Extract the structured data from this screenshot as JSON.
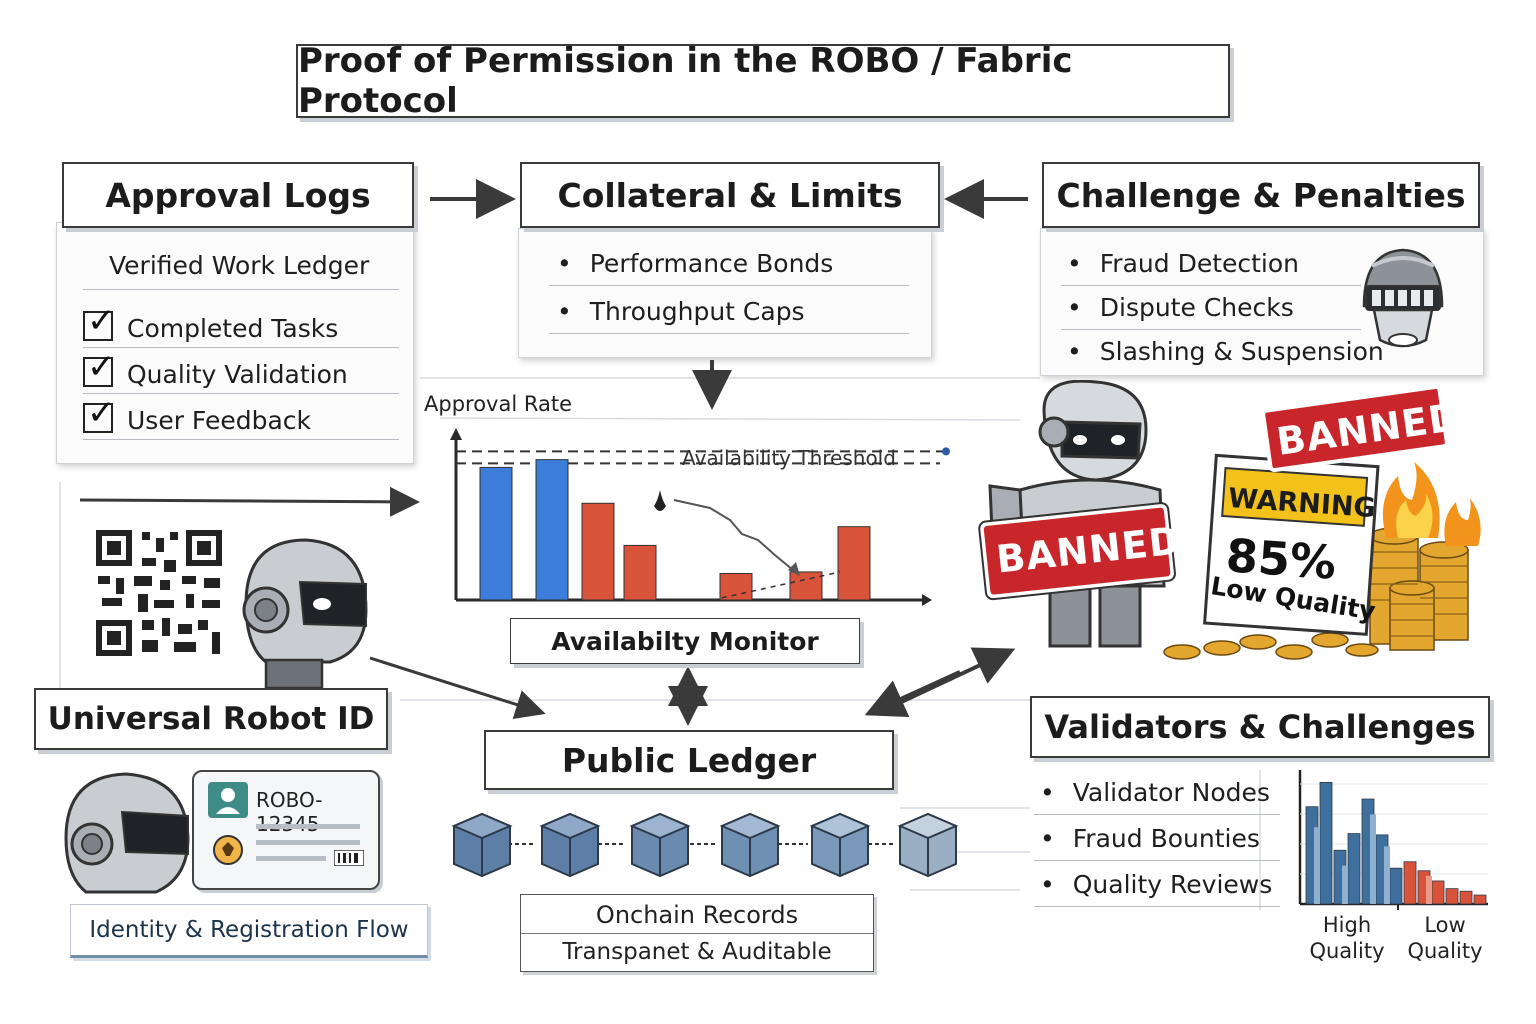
{
  "title": "Proof of Permission in the ROBO / Fabric Protocol",
  "approval_logs": {
    "heading": "Approval Logs",
    "subheading": "Verified Work Ledger",
    "items": [
      "Completed Tasks",
      "Quality Validation",
      "User Feedback"
    ]
  },
  "collateral": {
    "heading": "Collateral & Limits",
    "items": [
      "Performance Bonds",
      "Throughput Caps"
    ]
  },
  "challenge": {
    "heading": "Challenge & Penalties",
    "items": [
      "Fraud Detection",
      "Dispute Checks",
      "Slashing & Suspension"
    ]
  },
  "monitor": {
    "ylabel": "Approval Rate",
    "threshold_label": "Availability Threshold",
    "caption": "Availabilty Monitor"
  },
  "chart_data": [
    {
      "type": "bar",
      "ylabel": "Approval Rate",
      "threshold_label": "Availability Threshold",
      "threshold": 0.85,
      "ylim": [
        0,
        1
      ],
      "series": [
        {
          "values": [
            0.85,
            0.9,
            0.62,
            0.35,
            0.17,
            0.18,
            0.47
          ],
          "colors": [
            "#3b7dd8",
            "#3b7dd8",
            "#d9533b",
            "#d9533b",
            "#d9533b",
            "#d9533b",
            "#d9533b"
          ]
        }
      ]
    },
    {
      "type": "bar",
      "xlabel_left": "High Quality",
      "xlabel_right": "Low Quality",
      "series": [
        {
          "values": [
            0.76,
            0.95,
            0.42,
            0.55,
            0.82,
            0.54,
            0.28,
            0.33,
            0.26,
            0.18,
            0.12,
            0.1,
            0.07
          ],
          "colors": [
            "#3f6f9c",
            "#3f6f9c",
            "#3f6f9c",
            "#3f6f9c",
            "#3f6f9c",
            "#3f6f9c",
            "#3f6f9c",
            "#d9533b",
            "#d9533b",
            "#d9533b",
            "#d9533b",
            "#d9533b",
            "#d9533b"
          ]
        },
        {
          "values": [
            0.6,
            0.0,
            0.3,
            0.0,
            0.7,
            0.45,
            0.0,
            0.0,
            0.22,
            0.0,
            0.0,
            0.0,
            0.0
          ],
          "colors": [
            "#8fb1d1",
            "#8fb1d1",
            "#8fb1d1",
            "#8fb1d1",
            "#8fb1d1",
            "#8fb1d1",
            "#8fb1d1",
            "#e99a88",
            "#e99a88",
            "#e99a88",
            "#e99a88",
            "#e99a88",
            "#e99a88"
          ]
        }
      ]
    }
  ],
  "penalty": {
    "banned_sign": "BANNED",
    "banned_tag": "BANNED!",
    "warning": "WARNING",
    "percent": "85%",
    "quality": "Low Quality"
  },
  "robot_id": {
    "heading": "Universal Robot ID",
    "card_id": "ROBO-12345",
    "flow": "Identity & Registration Flow"
  },
  "ledger": {
    "heading": "Public Ledger",
    "records": "Onchain Records",
    "auditable": "Transpanet & Auditable"
  },
  "validators": {
    "heading": "Validators & Challenges",
    "items": [
      "Validator Nodes",
      "Fraud Bounties",
      "Quality Reviews"
    ],
    "x_high": "High\nQuality",
    "x_low": "Low\nQuality"
  },
  "colors": {
    "blue_bar": "#3b7dd8",
    "red_bar": "#d9533b",
    "banned_red": "#c8262b",
    "warning_yellow": "#f2c21b",
    "coin_gold": "#e3a72f",
    "block_blue": "#5d7ea6"
  }
}
